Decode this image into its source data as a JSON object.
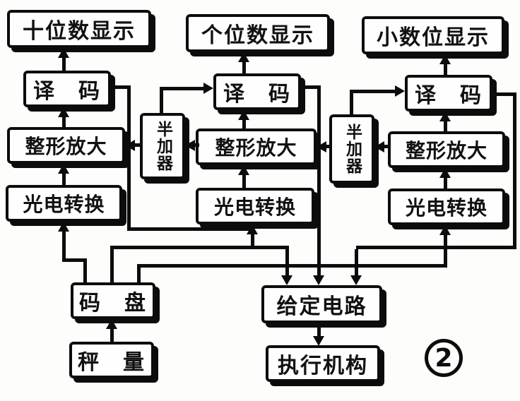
{
  "figure": {
    "number": "2"
  },
  "blocks": {
    "tens_display": "十位数显示",
    "units_display": "个位数显示",
    "decimal_display": "小数位显示",
    "decoder": "译　码",
    "shaping_amplifier": "整形放大",
    "photoelectric_conversion": "光电转换",
    "half_adder": "半加器",
    "code_disc": "码　盘",
    "weighing": "秤　量",
    "setting_circuit": "给定电路",
    "actuator": "执行机构"
  },
  "colors": {
    "ink": "#0c0c0c",
    "paper": "#fdfdfb"
  }
}
